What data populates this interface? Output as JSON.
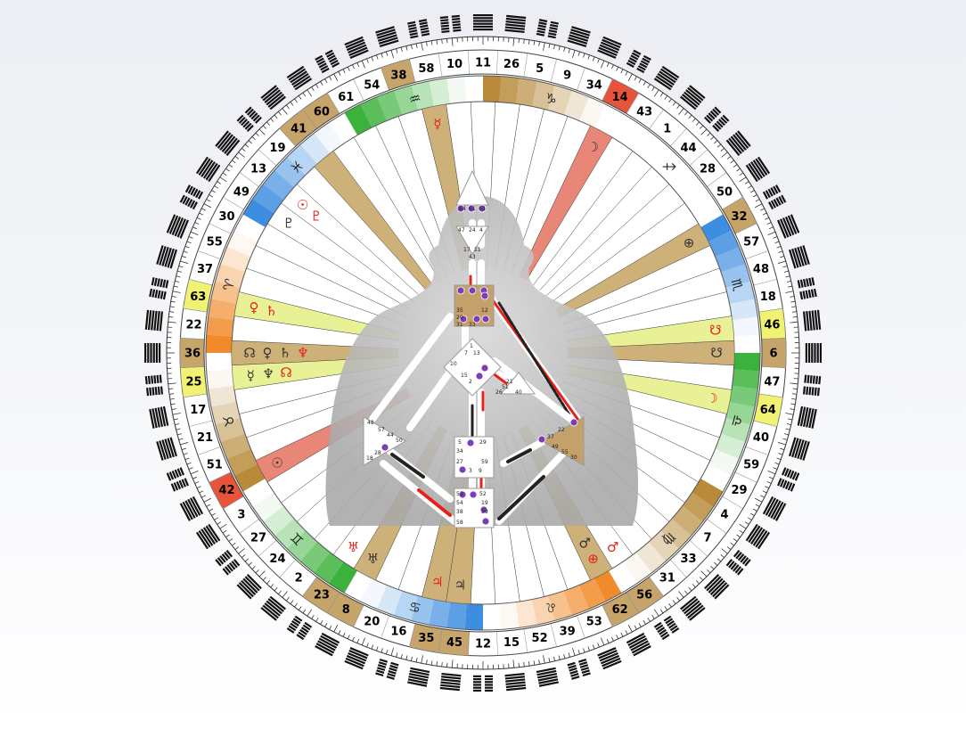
{
  "wheel": {
    "gate_order": [
      "10",
      "11",
      "26",
      "5",
      "9",
      "34",
      "14",
      "43",
      "1",
      "44",
      "28",
      "50",
      "32",
      "57",
      "48",
      "18",
      "46",
      "6",
      "47",
      "64",
      "40",
      "59",
      "29",
      "4",
      "7",
      "33",
      "31",
      "56",
      "62",
      "53",
      "39",
      "52",
      "15",
      "12",
      "45",
      "35",
      "16",
      "20",
      "8",
      "23",
      "2",
      "24",
      "27",
      "3",
      "42",
      "51",
      "21",
      "17",
      "25",
      "36",
      "22",
      "63",
      "37",
      "55",
      "30",
      "49",
      "13",
      "19",
      "41",
      "60",
      "61",
      "54",
      "38",
      "58"
    ],
    "highlighted_gates": {
      "14": "#e8543a",
      "42": "#e8543a",
      "63": "#f2f272",
      "25": "#f2f272",
      "46": "#f2f272",
      "64": "#f2f272",
      "38": "#c6a46a",
      "60": "#c6a46a",
      "41": "#c6a46a",
      "32": "#c6a46a",
      "6": "#c6a46a",
      "36": "#c6a46a",
      "56": "#c6a46a",
      "62": "#c6a46a",
      "45": "#c6a46a",
      "35": "#c6a46a",
      "23": "#c6a46a",
      "8": "#c6a46a"
    },
    "zodiac_signs": [
      {
        "symbol": "♑",
        "color": "#b88a3a"
      },
      {
        "symbol": "♐",
        "color": "#ffffff"
      },
      {
        "symbol": "♏",
        "color": "#3d8de0"
      },
      {
        "symbol": "♎",
        "color": "#3bb23b"
      },
      {
        "symbol": "♍",
        "color": "#b88a3a"
      },
      {
        "symbol": "♌",
        "color": "#f08a2a"
      },
      {
        "symbol": "♋",
        "color": "#3d8de0"
      },
      {
        "symbol": "♊",
        "color": "#3bb23b"
      },
      {
        "symbol": "♉",
        "color": "#b88a3a"
      },
      {
        "symbol": "♈",
        "color": "#f08a2a"
      },
      {
        "symbol": "♓",
        "color": "#3d8de0"
      },
      {
        "symbol": "♒",
        "color": "#3bb23b"
      }
    ],
    "rays": [
      {
        "gate": "58",
        "fill": "#c9a86a"
      },
      {
        "gate": "14",
        "fill": "#e57a68"
      },
      {
        "gate": "32",
        "fill": "#c9a86a"
      },
      {
        "gate": "46",
        "fill": "#e6ef8a"
      },
      {
        "gate": "6",
        "fill": "#c9a86a"
      },
      {
        "gate": "64",
        "fill": "#e6ef8a"
      },
      {
        "gate": "62",
        "fill": "#c9a86a"
      },
      {
        "gate": "45",
        "fill": "#c9a86a"
      },
      {
        "gate": "35",
        "fill": "#c9a86a"
      },
      {
        "gate": "8",
        "fill": "#c9a86a"
      },
      {
        "gate": "42",
        "fill": "#e57a68"
      },
      {
        "gate": "25",
        "fill": "#e6ef8a"
      },
      {
        "gate": "36",
        "fill": "#c9a86a"
      },
      {
        "gate": "63",
        "fill": "#e6ef8a"
      },
      {
        "gate": "41",
        "fill": "#c9a86a"
      }
    ],
    "planet_glyphs": [
      {
        "gate": "58",
        "symbol": "☿",
        "color": "#e8201a"
      },
      {
        "gate": "14",
        "symbol": "☽",
        "color": "#333333"
      },
      {
        "gate": "32",
        "symbol": "⊕",
        "color": "#333333"
      },
      {
        "gate": "46",
        "symbol": "☋",
        "color": "#e8201a"
      },
      {
        "gate": "6",
        "symbol": "☋",
        "color": "#333333"
      },
      {
        "gate": "64",
        "symbol": "☽",
        "color": "#e8201a"
      },
      {
        "gate": "62",
        "symbol": "⊕",
        "color": "#e8201a"
      },
      {
        "gate": "62",
        "symbol": "♂",
        "color": "#333333"
      },
      {
        "gate": "56",
        "symbol": "♂",
        "color": "#e8201a"
      },
      {
        "gate": "45",
        "symbol": "♃",
        "color": "#333333"
      },
      {
        "gate": "35",
        "symbol": "♃",
        "color": "#e8201a"
      },
      {
        "gate": "8",
        "symbol": "♅",
        "color": "#333333"
      },
      {
        "gate": "23",
        "symbol": "♅",
        "color": "#e8201a"
      },
      {
        "gate": "42",
        "symbol": "☉",
        "color": "#333333"
      },
      {
        "gate": "25",
        "symbol": "☿",
        "color": "#333333"
      },
      {
        "gate": "25",
        "symbol": "♆",
        "color": "#333333"
      },
      {
        "gate": "25",
        "symbol": "☊",
        "color": "#e8201a"
      },
      {
        "gate": "36",
        "symbol": "☊",
        "color": "#333333"
      },
      {
        "gate": "36",
        "symbol": "♀",
        "color": "#333333"
      },
      {
        "gate": "36",
        "symbol": "♄",
        "color": "#333333"
      },
      {
        "gate": "36",
        "symbol": "♆",
        "color": "#e8201a"
      },
      {
        "gate": "63",
        "symbol": "♀",
        "color": "#e8201a"
      },
      {
        "gate": "63",
        "symbol": "♄",
        "color": "#e8201a"
      },
      {
        "gate": "49",
        "symbol": "♇",
        "color": "#333333"
      },
      {
        "gate": "13",
        "symbol": "☉",
        "color": "#e8201a"
      },
      {
        "gate": "13",
        "symbol": "♇",
        "color": "#e8201a"
      }
    ]
  },
  "bodygraph": {
    "centers": {
      "head": {
        "numbers": [
          "64",
          "61",
          "63"
        ]
      },
      "ajna": {
        "numbers": [
          "47",
          "24",
          "4",
          "17",
          "11",
          "43"
        ]
      },
      "throat": {
        "numbers": [
          "62",
          "23",
          "56",
          "16",
          "35",
          "20",
          "12",
          "31",
          "8",
          "33",
          "45"
        ]
      },
      "g": {
        "numbers": [
          "1",
          "7",
          "13",
          "10",
          "15",
          "2",
          "46",
          "25"
        ]
      },
      "heart": {
        "numbers": [
          "21",
          "51",
          "26",
          "40"
        ]
      },
      "spleen": {
        "numbers": [
          "48",
          "57",
          "44",
          "50",
          "32",
          "28",
          "18"
        ]
      },
      "sacral": {
        "numbers": [
          "5",
          "14",
          "29",
          "34",
          "27",
          "59",
          "42",
          "3",
          "9"
        ]
      },
      "solar": {
        "numbers": [
          "36",
          "22",
          "37",
          "6",
          "49",
          "55",
          "30"
        ]
      },
      "root": {
        "numbers": [
          "53",
          "60",
          "52",
          "54",
          "19",
          "38",
          "39",
          "58",
          "41"
        ]
      }
    }
  }
}
